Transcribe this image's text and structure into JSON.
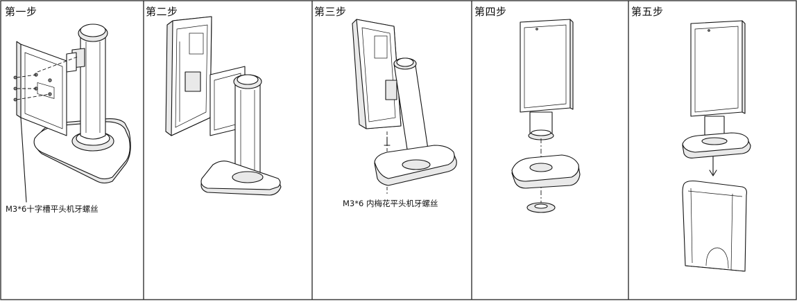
{
  "steps": [
    {
      "title": "第一步",
      "caption": "M3*6十字槽平头机牙螺丝"
    },
    {
      "title": "第二步"
    },
    {
      "title": "第三步",
      "caption": "M3*6 内梅花平头机牙螺丝"
    },
    {
      "title": "第四步"
    },
    {
      "title": "第五步"
    }
  ]
}
